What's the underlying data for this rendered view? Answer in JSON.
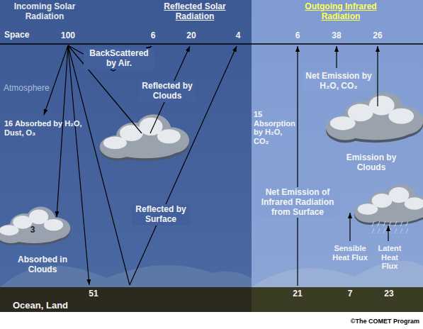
{
  "diagram": {
    "labels": [
      "Incoming Solar Radiation",
      "Reflected Solar Radiation",
      "Space",
      "100",
      "6",
      "20",
      "4",
      "BackScattered by Air.",
      "Atmosphere",
      "Reflected by Clouds",
      "16 Absorbed by H₂O, Dust, O₃",
      "3",
      "Absorbed in Clouds",
      "Reflected by Surface",
      "51",
      "Ocean, Land",
      "Outgoing Infrared Radiation",
      "6",
      "38",
      "26",
      "Net Emission by H₂O, CO₂",
      "15 Absorption by H₂O, CO₂",
      "Emission by Clouds",
      "Net Emission of Infrared Radiation from Surface",
      "Sensible Heat Flux",
      "Latent Heat Flux",
      "21",
      "7",
      "23",
      "©The COMET Program"
    ]
  }
}
